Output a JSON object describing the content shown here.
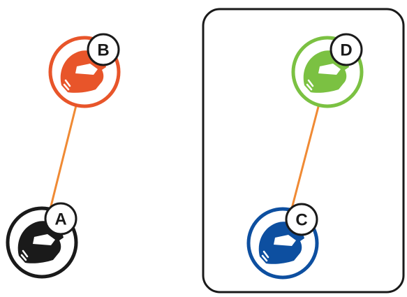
{
  "colors": {
    "link": "#F08A34",
    "frame": "#1a1a1a",
    "badge_bg": "#ffffff",
    "badge_stroke": "#1a1a1a"
  },
  "group_frame": {
    "icon": "group-frame",
    "members": [
      "C",
      "D"
    ]
  },
  "nodes": [
    {
      "id": "A",
      "label": "A",
      "color": "#1a1a1a",
      "icon": "helmet-icon"
    },
    {
      "id": "B",
      "label": "B",
      "color": "#E8552A",
      "icon": "helmet-icon"
    },
    {
      "id": "C",
      "label": "C",
      "color": "#0D4FA0",
      "icon": "helmet-icon"
    },
    {
      "id": "D",
      "label": "D",
      "color": "#7BC142",
      "icon": "helmet-icon"
    }
  ],
  "links": [
    {
      "from": "A",
      "to": "B"
    },
    {
      "from": "C",
      "to": "D"
    }
  ]
}
